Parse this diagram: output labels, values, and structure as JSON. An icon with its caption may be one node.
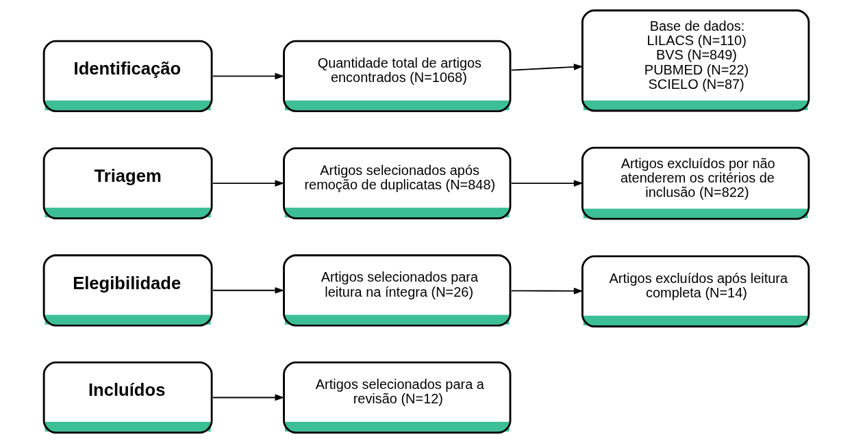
{
  "diagram": {
    "nodes": [
      {
        "text": [
          "Identificação"
        ]
      },
      {
        "text": [
          "Quantidade total de artigos encontrados (N=1068)"
        ]
      },
      {
        "text": [
          "Base de dados:",
          "LILACS (N=110)",
          "BVS (N=849)",
          "PUBMED (N=22)",
          "SCIELO (N=87)"
        ]
      },
      {
        "text": [
          "Triagem"
        ]
      },
      {
        "text": [
          "Artigos selecionados após remoção de duplicatas (N=848)"
        ]
      },
      {
        "text": [
          "Artigos excluídos por não atenderem os critérios de inclusão (N=822)"
        ]
      },
      {
        "text": [
          "Elegibilidade"
        ]
      },
      {
        "text": [
          "Artigos selecionados para leitura na íntegra (N=26)"
        ]
      },
      {
        "text": [
          "Artigos excluídos após leitura completa (N=14)"
        ]
      },
      {
        "text": [
          "Incluídos"
        ]
      },
      {
        "text": [
          "Artigos selecionados para a revisão (N=12)"
        ]
      }
    ],
    "edges": [
      {
        "from": 0,
        "to": 1,
        "arrow": "to"
      },
      {
        "from": 1,
        "to": 2,
        "arrow": "to"
      },
      {
        "from": 3,
        "to": 4,
        "arrow": "to"
      },
      {
        "from": 4,
        "to": 5,
        "arrow": "to"
      },
      {
        "from": 6,
        "to": 7,
        "arrow": "to"
      },
      {
        "from": 7,
        "to": 8,
        "arrow": "to"
      },
      {
        "from": 9,
        "to": 10,
        "arrow": "to"
      }
    ]
  }
}
